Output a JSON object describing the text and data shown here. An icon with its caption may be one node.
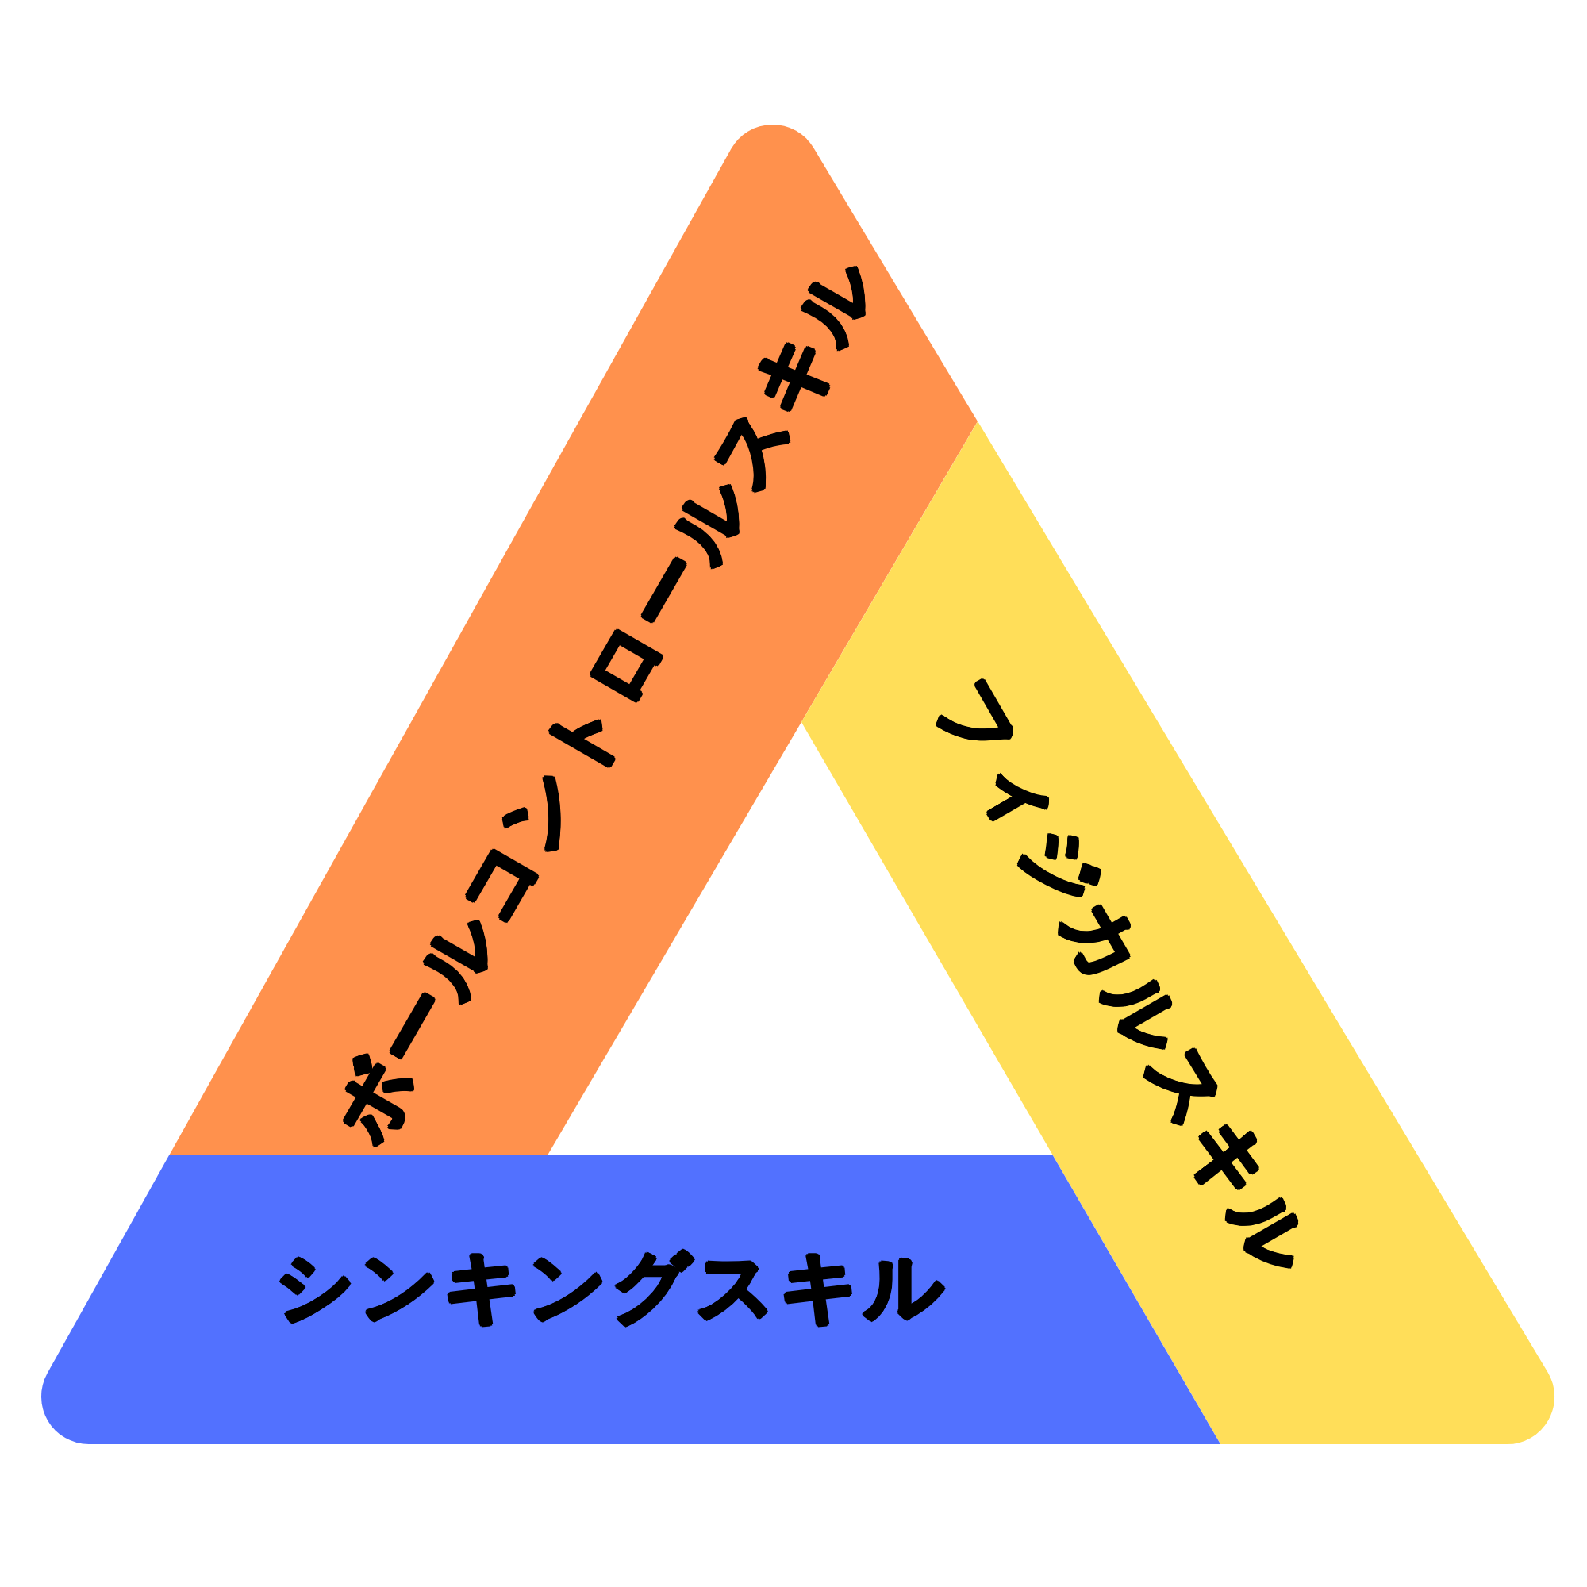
{
  "diagram": {
    "nodes": [
      {
        "text": [
          "ボールコントロールスキル"
        ]
      },
      {
        "text": [
          "フィジカルスキル"
        ]
      },
      {
        "text": [
          "シンキングスキル"
        ]
      }
    ]
  }
}
